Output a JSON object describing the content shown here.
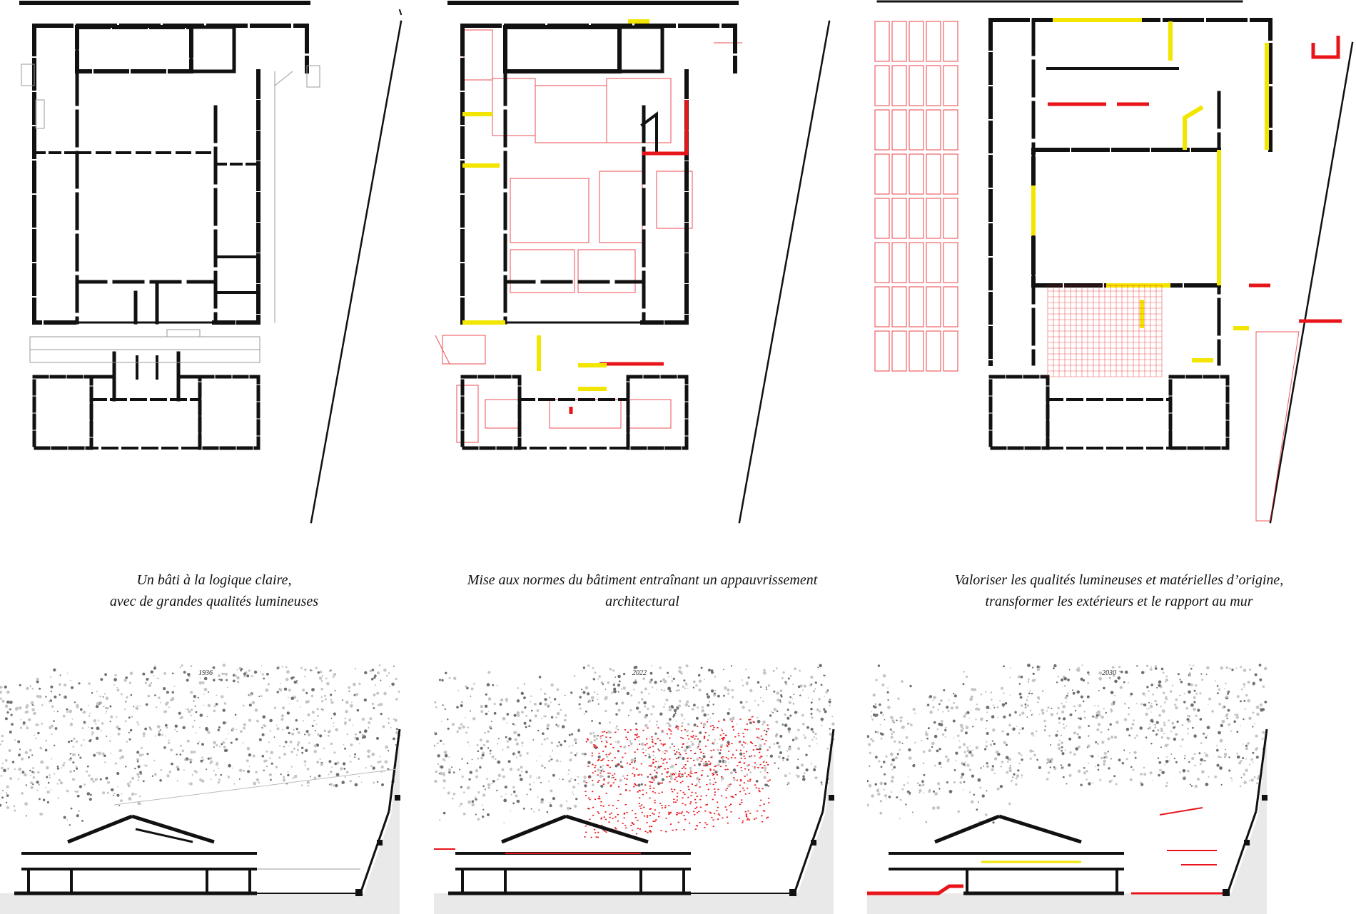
{
  "colors": {
    "wall": "#111111",
    "red": "#e8141a",
    "yellow": "#f2e600",
    "tree": "#9a9a9a",
    "ground": "#e9e9e9"
  },
  "panels": [
    {
      "caption_line1": "Un bâti à la logique claire,",
      "caption_line2": "avec de grandes qualités lumineuses",
      "year": "1936"
    },
    {
      "caption_line1": "Mise aux normes du bâtiment entraînant un appauvrissement",
      "caption_line2": "architectural",
      "year": "2022"
    },
    {
      "caption_line1": "Valoriser les qualités lumineuses et matérielles d’origine,",
      "caption_line2": "transformer les extérieurs et le rapport au mur",
      "year": "2030"
    }
  ]
}
